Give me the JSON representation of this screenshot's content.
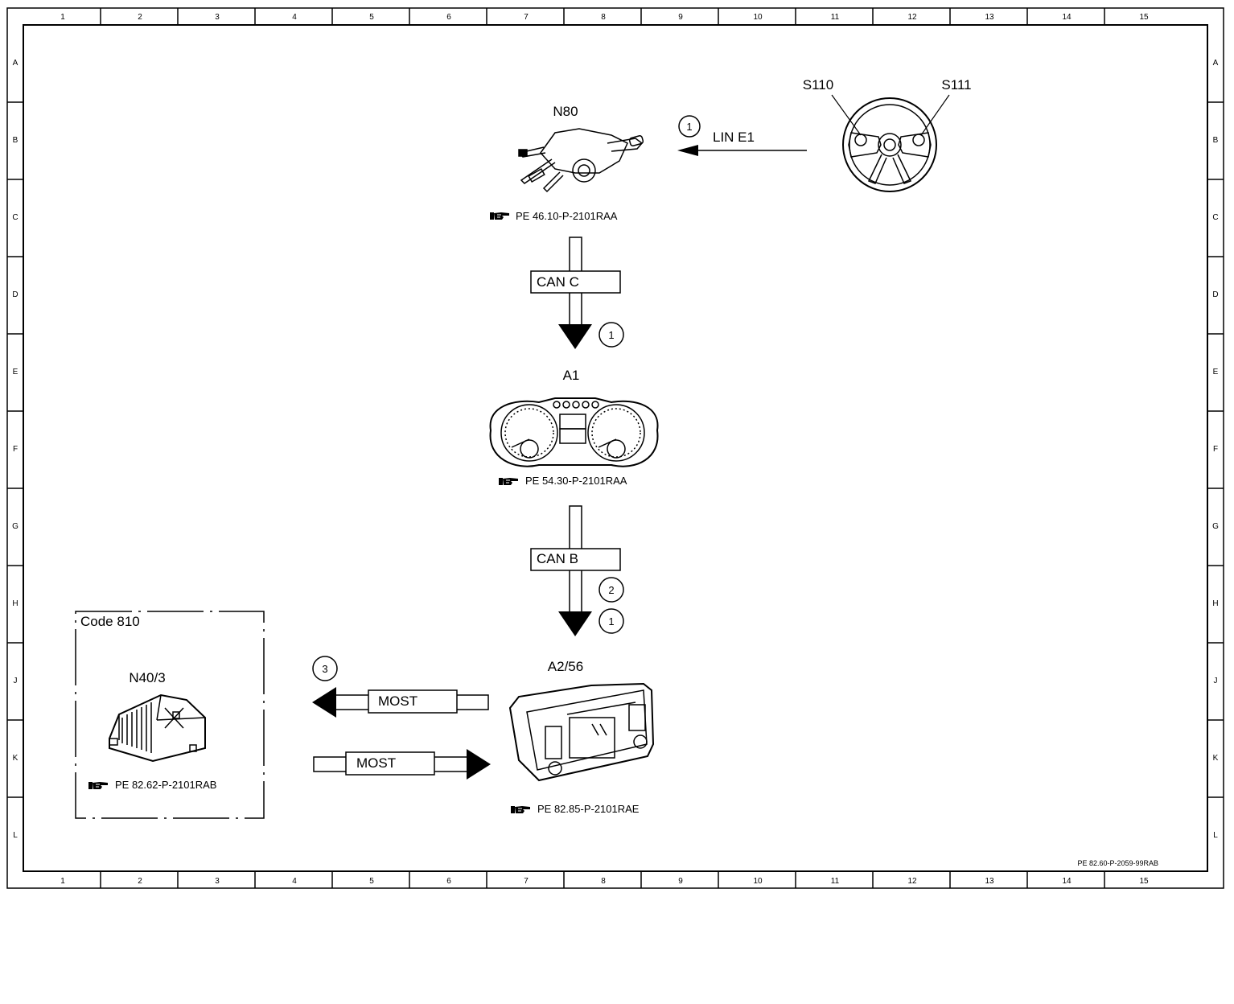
{
  "grid": {
    "columns": [
      "1",
      "2",
      "3",
      "4",
      "5",
      "6",
      "7",
      "8",
      "9",
      "10",
      "11",
      "12",
      "13",
      "14",
      "15"
    ],
    "rows": [
      "A",
      "B",
      "C",
      "D",
      "E",
      "F",
      "G",
      "H",
      "J",
      "K",
      "L"
    ]
  },
  "components": {
    "n80": {
      "label": "N80",
      "ref": "PE 46.10-P-2101RAA"
    },
    "s110": {
      "label": "S110"
    },
    "s111": {
      "label": "S111"
    },
    "a1": {
      "label": "A1",
      "ref": "PE 54.30-P-2101RAA"
    },
    "a2_56": {
      "label": "A2/56",
      "ref": "PE 82.85-P-2101RAE"
    },
    "n40_3": {
      "label": "N40/3",
      "ref": "PE 82.62-P-2101RAB",
      "code_box": "Code 810"
    }
  },
  "connections": {
    "lin": {
      "label": "LIN E1",
      "marker": "1"
    },
    "can_c": {
      "label": "CAN C",
      "marker": "1"
    },
    "can_b": {
      "label": "CAN B",
      "marker_upper": "2",
      "marker_lower": "1"
    },
    "most_out": {
      "label": "MOST",
      "marker": "3"
    },
    "most_in": {
      "label": "MOST"
    }
  },
  "footer": {
    "doc_id": "PE 82.60-P-2059-99RAB"
  },
  "icons": {
    "reference": "pointing-hand-icon"
  }
}
